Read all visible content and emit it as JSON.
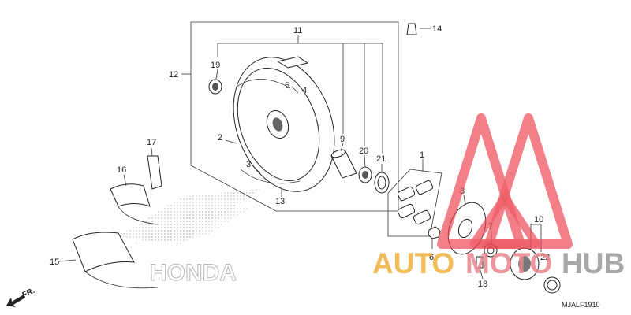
{
  "callouts": {
    "c1": "1",
    "c2": "2",
    "c3": "3",
    "c4": "4",
    "c5": "5",
    "c6": "6",
    "c7": "7",
    "c8": "8",
    "c9": "9",
    "c10": "10",
    "c11": "11",
    "c12": "12",
    "c13": "13",
    "c14": "14",
    "c15": "15",
    "c16": "16",
    "c17": "17",
    "c18": "18",
    "c19": "19",
    "c20": "20",
    "c21": "21",
    "c22": "22"
  },
  "diagram_code": "MJALF1910",
  "direction_label": "FR.",
  "watermark": {
    "auto": "AUTO",
    "moto": "MOTO",
    "hub": "HUB",
    "colors": {
      "auto": "#f0b23c",
      "moto": "#e8868c",
      "hub": "#9a9a9a",
      "logo": "#ee4450"
    }
  },
  "brand_background_text": "HONDA"
}
